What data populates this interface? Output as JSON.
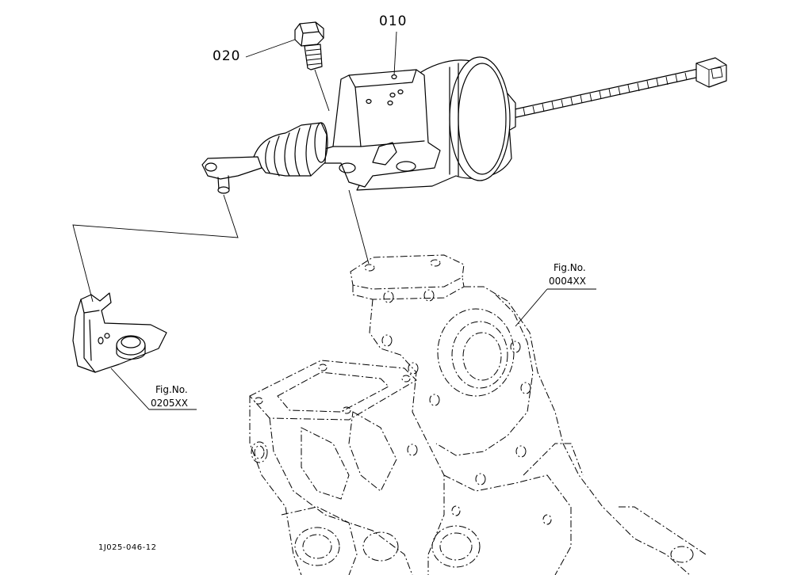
{
  "figure": {
    "code": "1J025-046-12"
  },
  "callouts": [
    {
      "id": "part-010",
      "text": "010"
    },
    {
      "id": "part-020",
      "text": "020"
    }
  ],
  "references": [
    {
      "id": "ref-gear-case",
      "line1": "Fig.No.",
      "line2": "0004XX"
    },
    {
      "id": "ref-bracket",
      "line1": "Fig.No.",
      "line2": "0205XX"
    }
  ]
}
